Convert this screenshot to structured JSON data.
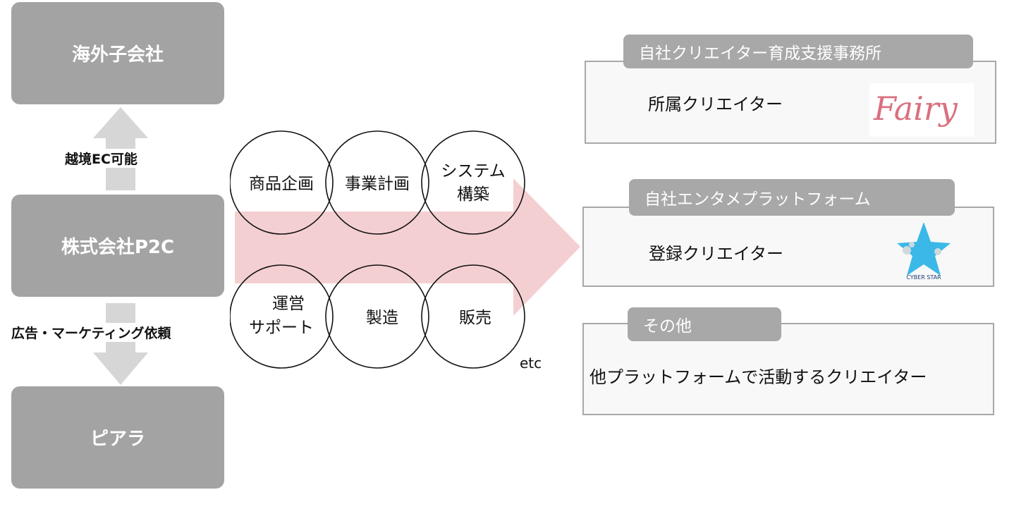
{
  "left_column": {
    "top_box": "海外子会社",
    "middle_box": "株式会社P2C",
    "bottom_box": "ピアラ",
    "up_arrow_label": "越境EC可能",
    "down_arrow_label": "広告・マーケティング依頼"
  },
  "services": {
    "row1": [
      "商品企画",
      "事業計画",
      "システム",
      "構築"
    ],
    "row2": [
      "運営",
      "サポート",
      "製造",
      "販売"
    ],
    "etc": "etc"
  },
  "panels": [
    {
      "tab": "自社クリエイター育成支援事務所",
      "text": "所属クリエイター",
      "logo_text": "Fairy"
    },
    {
      "tab": "自社エンタメプラットフォーム",
      "text": "登録クリエイター",
      "logo_text": "CYBER STAR"
    },
    {
      "tab": "その他",
      "text": "他プラットフォームで活動するクリエイター"
    }
  ],
  "colors": {
    "gray_box": "#a3a3a3",
    "arrow_gray": "#d6d6d6",
    "big_arrow_pink": "#f4cfd2",
    "fairy_pink": "#d9707f",
    "star_blue": "#3bb8e8"
  }
}
